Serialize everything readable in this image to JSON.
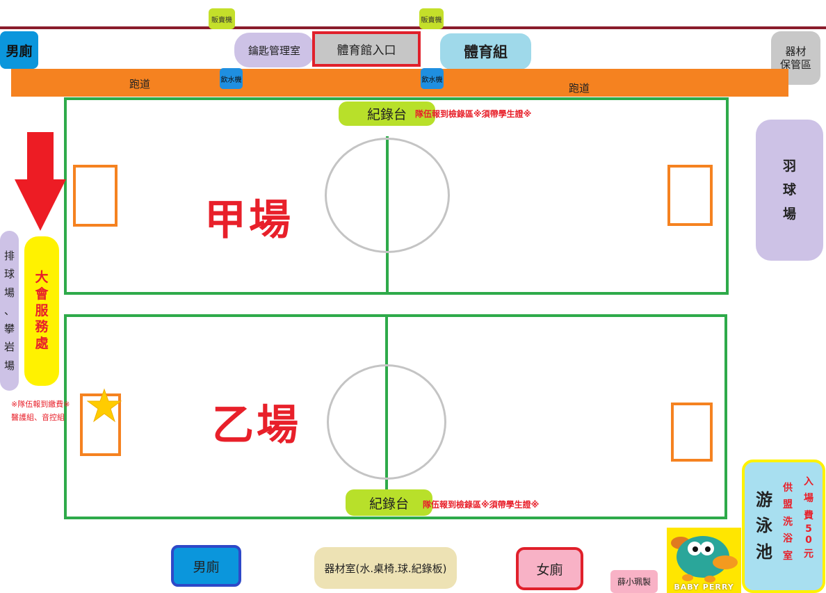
{
  "top_facilities": {
    "vending_machine_label": "販賣機",
    "restroom_label": "男廁",
    "key_room_label": "鑰匙管理室",
    "entrance_label": "體育館入口",
    "pe_group_label": "體育組",
    "storage_label_line1": "器材",
    "storage_label_line2": "保管區",
    "water_fountain_label": "飲水機"
  },
  "track": {
    "label": "跑道"
  },
  "court_a": {
    "name": "甲場",
    "record_table_label": "紀錄台",
    "note": "隊伍報到檢錄區※須帶學生證※"
  },
  "court_b": {
    "name": "乙場",
    "record_table_label": "紀錄台",
    "note": "隊伍報到檢錄區※須帶學生證※"
  },
  "badminton": {
    "chars": [
      "羽",
      "球",
      "場"
    ]
  },
  "volleyball_climbing": {
    "chars": [
      "排",
      "球",
      "場",
      "、",
      "攀",
      "岩",
      "場"
    ]
  },
  "service_desk": {
    "chars": [
      "大",
      "會",
      "服",
      "務",
      "處"
    ]
  },
  "left_notes": {
    "line1": "※隊伍報到繳費※",
    "line2": "醫護組、音控組"
  },
  "bottom": {
    "men_restroom_label": "男廁",
    "equipment_room_label": "器材室(水.桌椅.球.紀錄板)",
    "women_restroom_label": "女廁",
    "credit_label": "薛小珮製"
  },
  "logo": {
    "caption": "BABY PERRY"
  },
  "pool": {
    "name_chars": [
      "游",
      "泳",
      "池"
    ],
    "col1_chars": [
      "供",
      "盟",
      "洗",
      "浴",
      "室"
    ],
    "col2_chars": [
      "入",
      "場",
      "費",
      "5",
      "0",
      "元"
    ]
  },
  "colors": {
    "court_line": "#2eaa4a",
    "track": "#f58220",
    "accent_red": "#e8202a",
    "record_table": "#b8e02a"
  }
}
